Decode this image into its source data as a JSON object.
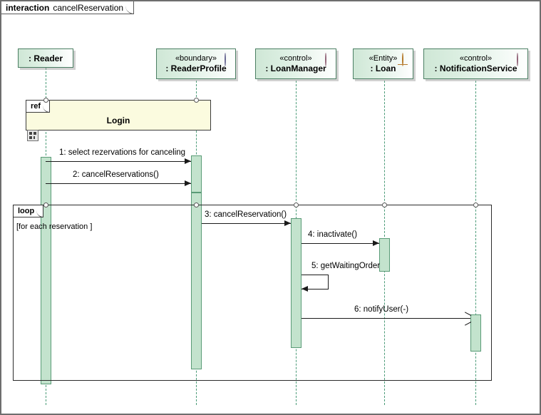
{
  "frame": {
    "keyword": "interaction",
    "name": "cancelReservation"
  },
  "lifelines": [
    {
      "id": "reader",
      "stereotype": "",
      "name": ": Reader",
      "icon": "none"
    },
    {
      "id": "profile",
      "stereotype": "«boundary»",
      "name": ": ReaderProfile",
      "icon": "boundary-icon"
    },
    {
      "id": "loanmgr",
      "stereotype": "«control»",
      "name": ": LoanManager",
      "icon": "control-icon"
    },
    {
      "id": "loan",
      "stereotype": "«Entity»",
      "name": ": Loan",
      "icon": "entity-icon"
    },
    {
      "id": "notifsvc",
      "stereotype": "«control»",
      "name": ": NotificationService",
      "icon": "control-icon"
    }
  ],
  "fragments": [
    {
      "id": "ref",
      "tag": "ref",
      "title": "Login",
      "guard": ""
    },
    {
      "id": "loop",
      "tag": "loop",
      "title": "",
      "guard": "[for each reservation ]"
    }
  ],
  "messages": [
    {
      "seq": "1",
      "label": "1: select rezervations for canceling",
      "from": "reader",
      "to": "profile",
      "kind": "sync"
    },
    {
      "seq": "2",
      "label": "2: cancelReservations()",
      "from": "reader",
      "to": "profile",
      "kind": "sync"
    },
    {
      "seq": "3",
      "label": "3: cancelReservation()",
      "from": "profile",
      "to": "loanmgr",
      "kind": "sync"
    },
    {
      "seq": "4",
      "label": "4: inactivate()",
      "from": "loanmgr",
      "to": "loan",
      "kind": "sync"
    },
    {
      "seq": "5",
      "label": "5: getWaitingOrder",
      "from": "loanmgr",
      "to": "loanmgr",
      "kind": "self"
    },
    {
      "seq": "6",
      "label": "6: notifyUser(-)",
      "from": "loanmgr",
      "to": "notifsvc",
      "kind": "async"
    }
  ],
  "colors": {
    "lifeline_fill": "#cfe7d6",
    "lifeline_border": "#4b7f63",
    "activation_fill": "#c3e3cd",
    "ref_fill": "#fbfbdf",
    "line": "#1a1a1a",
    "lifeline_dash": "#4b9b78"
  }
}
